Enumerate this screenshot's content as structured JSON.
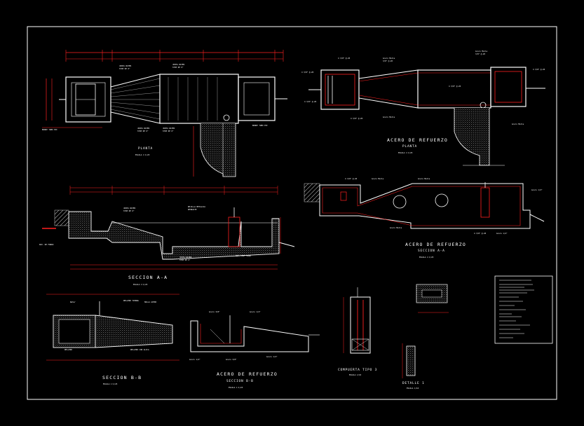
{
  "drawing": {
    "titles": {
      "planta": "PLANTA",
      "planta_scale": "ESCALA 1:1/25",
      "acero_title": "ACERO DE REFUERZO",
      "acero_sub": "PLANTA",
      "acero_scale": "ESCALA 1:1/25",
      "seccion_aa": "SECCION A-A",
      "seccion_aa_scale": "ESCALA 1:1/25",
      "acero_aa_title": "ACERO DE REFUERZO",
      "acero_aa_sub": "SECCION A-A",
      "acero_aa_scale": "ESCALA 1:1/25",
      "seccion_bb": "SECCION B-B",
      "seccion_bb_scale": "ESCALA 1:1/25",
      "acero_bb_title": "ACERO DE REFUERZO",
      "acero_bb_sub": "SECCION B-B",
      "acero_bb_scale": "ESCALA 1:1/25",
      "compuerta": "COMPUERTA TIPO 3",
      "compuerta_scale": "ESCALA 1/10",
      "detalle": "DETALLE 1",
      "detalle_scale": "ESCALA 1/10"
    },
    "colors": {
      "background": "#000000",
      "linework": "#ffffff",
      "dimension": "#ff2020",
      "concrete_hatch": "#c8c8c8"
    }
  }
}
